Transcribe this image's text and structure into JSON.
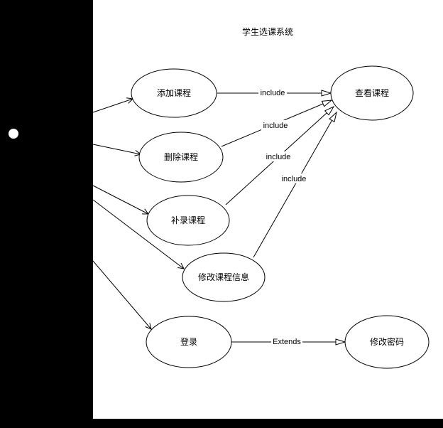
{
  "title": "学生选课系统",
  "nodes": [
    {
      "id": "add-course",
      "label": "添加课程"
    },
    {
      "id": "delete-course",
      "label": "删除课程"
    },
    {
      "id": "supplement-course",
      "label": "补录课程"
    },
    {
      "id": "modify-course-info",
      "label": "修改课程信息"
    },
    {
      "id": "login",
      "label": "登录"
    },
    {
      "id": "view-course",
      "label": "查看课程"
    },
    {
      "id": "change-password",
      "label": "修改密码"
    }
  ],
  "edges": [
    {
      "type": "include",
      "label": "include"
    },
    {
      "type": "include",
      "label": "include"
    },
    {
      "type": "include",
      "label": "include"
    },
    {
      "type": "include",
      "label": "include"
    },
    {
      "type": "extends",
      "label": "Extends"
    }
  ],
  "colors": {
    "canvas": "#ffffff",
    "panel": "#000000",
    "stroke": "#000000"
  }
}
